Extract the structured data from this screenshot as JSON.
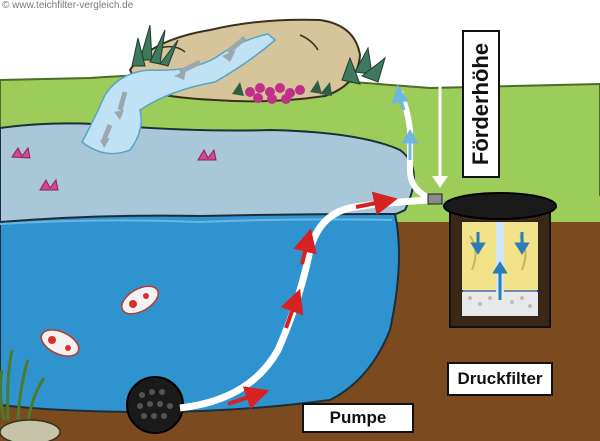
{
  "credit": "© www.teichfilter-vergleich.de",
  "labels": {
    "pump": "Pumpe",
    "filter": "Druckfilter",
    "head": "Förderhöhe"
  },
  "colors": {
    "sky": "#ffffff",
    "grass": "#9ccc5a",
    "soil": "#7b4a1e",
    "pond_shallow": "#a8c7d8",
    "pond_deep": "#2f93cf",
    "rock": "#d6c49a",
    "water_fall": "#bfe3f5",
    "flow_arrow": "#d62222",
    "return_arrow": "#6fb6e0"
  },
  "icons": [
    "pump-icon",
    "pressure-filter-icon",
    "koi-fish-icon",
    "water-lily-icon",
    "waterfall-icon",
    "plant-icon",
    "flow-arrow-icon"
  ]
}
